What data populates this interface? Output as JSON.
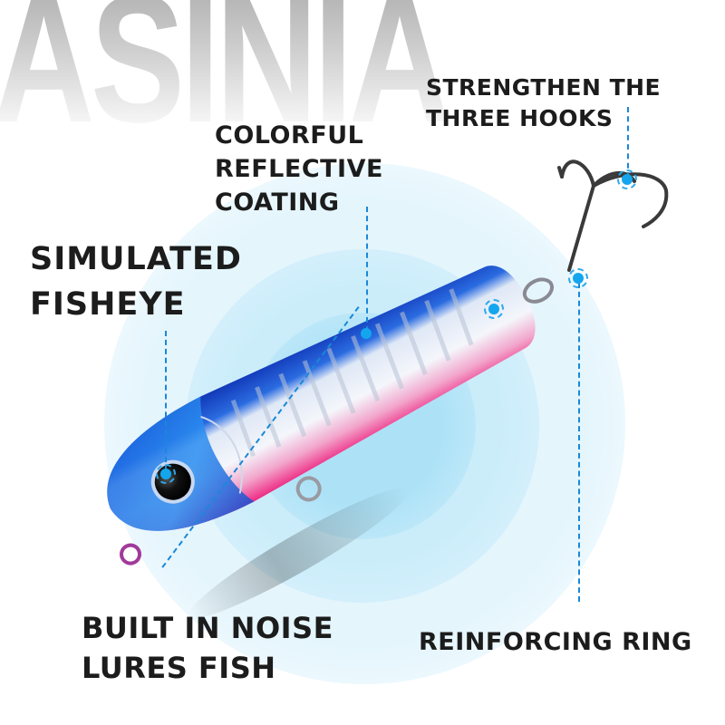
{
  "brand": {
    "watermark_text": "ASINIA",
    "watermark_color": "#b8b8b8"
  },
  "product": {
    "type": "fishing lure (pencil / topwater bait)",
    "colors": {
      "back": "#1a4fd0",
      "body": "#eef2f8",
      "belly": "#f0368a",
      "eye": "#111111",
      "hook": "#3a3a3a"
    }
  },
  "features": [
    {
      "id": "hooks",
      "lines": [
        "STRENGTHEN THE",
        "THREE HOOKS"
      ]
    },
    {
      "id": "coating",
      "lines": [
        "COLORFUL",
        "REFLECTIVE",
        "COATING"
      ]
    },
    {
      "id": "eye",
      "lines": [
        "SIMULATED",
        "FISHEYE"
      ]
    },
    {
      "id": "noise",
      "lines": [
        "BUILT IN NOISE",
        "LURES FISH"
      ]
    },
    {
      "id": "ring",
      "lines": [
        "REINFORCING RING"
      ]
    }
  ],
  "accent_color": "#1a88d8",
  "marker_color": "#13a6ee",
  "background_glow_color": "#bfe8f8"
}
